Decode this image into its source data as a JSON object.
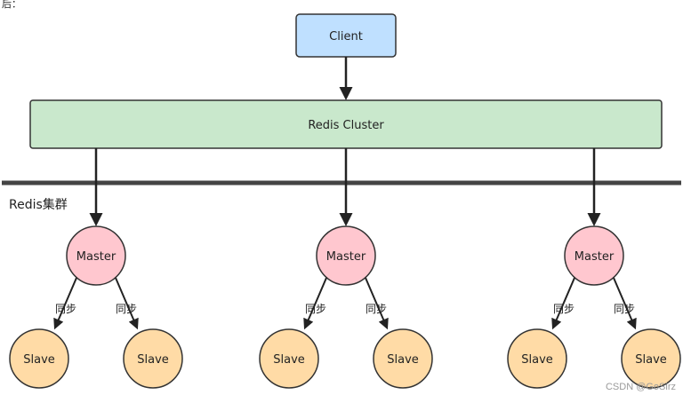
{
  "top_label": "后：",
  "client": {
    "label": "Client",
    "fill": "#bfe0ff"
  },
  "cluster": {
    "label": "Redis Cluster",
    "fill": "#c9e8cc"
  },
  "group_label": "Redis集群",
  "master_fill": "#ffc7cf",
  "slave_fill": "#ffdba6",
  "groups": [
    {
      "master": "Master",
      "sync_left": "同步",
      "sync_right": "同步",
      "slaves": [
        "Slave",
        "Slave"
      ]
    },
    {
      "master": "Master",
      "sync_left": "同步",
      "sync_right": "同步",
      "slaves": [
        "Slave",
        "Slave"
      ]
    },
    {
      "master": "Master",
      "sync_left": "同步",
      "sync_right": "同步",
      "slaves": [
        "Slave",
        "Slave"
      ]
    }
  ],
  "watermark": "CSDN @GoSirz"
}
